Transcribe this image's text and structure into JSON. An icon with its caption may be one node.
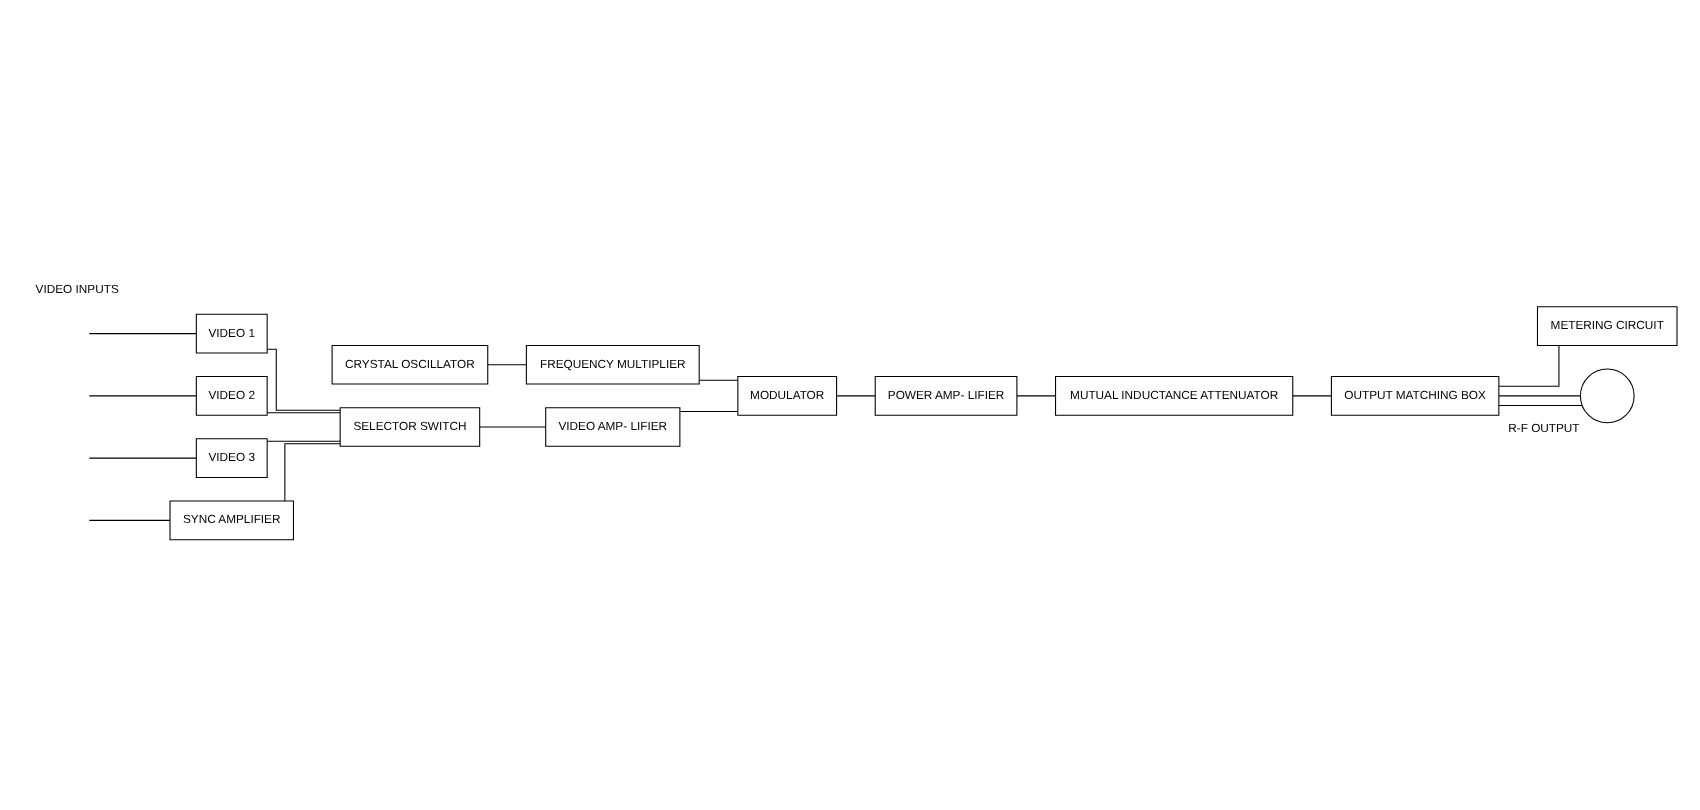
{
  "diagram": {
    "nodes": [
      {
        "text": [
          "SYNC AMPLIFIER"
        ]
      },
      {
        "text": [
          "VIDEO 1"
        ]
      },
      {
        "text": [
          "VIDEO 2"
        ]
      },
      {
        "text": [
          "VIDEO 3"
        ]
      },
      {
        "text": [
          "SELECTOR SWITCH"
        ]
      },
      {
        "text": [
          "VIDEO AMP- LIFIER"
        ]
      },
      {
        "text": [
          "MODULATOR"
        ]
      },
      {
        "text": [
          "CRYSTAL OSCILLATOR"
        ]
      },
      {
        "text": [
          "FREQUENCY MULTIPLIER"
        ]
      },
      {
        "text": [
          "POWER AMP- LIFIER"
        ]
      },
      {
        "text": [
          "METERING CIRCUIT"
        ]
      },
      {
        "text": [
          "OUTPUT MATCHING BOX"
        ]
      },
      {
        "text": [
          "MUTUAL INDUCTANCE ATTENUATOR"
        ]
      },
      {
        "text": [],
        "shape": "circle",
        "beside": [
          "R-F OUTPUT"
        ]
      }
    ],
    "edges": [
      {
        "from": null,
        "to": 0,
        "arrow": "none"
      },
      {
        "from": null,
        "to": 1,
        "arrow": "none"
      },
      {
        "from": null,
        "to": 2,
        "arrow": "none"
      },
      {
        "from": null,
        "to": 3,
        "arrow": "none"
      },
      {
        "from": 0,
        "to": 4,
        "arrow": "none"
      },
      {
        "from": 1,
        "to": 4,
        "arrow": "none"
      },
      {
        "from": 2,
        "to": 4,
        "arrow": "none"
      },
      {
        "from": 3,
        "to": 4,
        "arrow": "none"
      },
      {
        "from": 4,
        "to": 5,
        "arrow": "none"
      },
      {
        "from": 5,
        "to": 6,
        "arrow": "none"
      },
      {
        "from": 7,
        "to": 8,
        "arrow": "none"
      },
      {
        "from": 8,
        "to": 6,
        "arrow": "none"
      },
      {
        "from": 6,
        "to": 9,
        "arrow": "none"
      },
      {
        "from": 9,
        "to": 12,
        "arrow": "none"
      },
      {
        "from": 12,
        "to": 11,
        "arrow": "none"
      },
      {
        "from": 11,
        "to": 10,
        "arrow": "none"
      },
      {
        "from": 11,
        "to": 13,
        "arrow": "none"
      },
      {
        "from": 11,
        "to": 13,
        "arrow": "none"
      }
    ],
    "labels": [
      "VIDEO INPUTS"
    ]
  }
}
